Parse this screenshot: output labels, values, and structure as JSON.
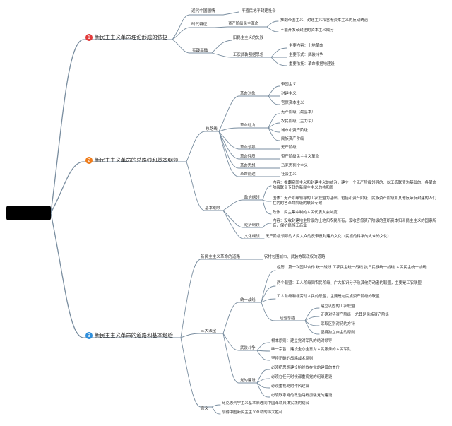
{
  "colors": {
    "line": "#7a8ea0",
    "badge_red": "#e23b3b",
    "badge_orange": "#ef7d1c",
    "badge_blue": "#2f8fdc",
    "root": "#000000"
  },
  "root": {
    "label": ""
  },
  "b1": {
    "num": "1",
    "title": "新民主主义革命理论形成的依据",
    "c1": {
      "label": "近代中国国情",
      "leaf": "半殖民地半封建社会"
    },
    "c2": {
      "label": "时代特征",
      "sub": "资产阶级民主革命",
      "leaf1": "推翻帝国主义、封建主义和官僚资本主义的反动统治",
      "leaf2": "不能开发帝封建的资本主义成分"
    },
    "c3": {
      "label": "实践基础",
      "sub1": "旧民主主义的失败",
      "sub2": "工农武装割据思想",
      "leaf1": "主要内容：土地革命",
      "leaf2": "主要形式：武装斗争",
      "leaf3": "重要依托：革命根据地建设"
    }
  },
  "b2": {
    "num": "2",
    "title": "新民主主义革命的总路线和基本纲领",
    "zlx": {
      "label": "总路线",
      "dx": {
        "label": "革命对象",
        "items": [
          "帝国主义",
          "封建主义",
          "官僚资本主义"
        ]
      },
      "dl": {
        "label": "革命动力",
        "items": [
          "无产阶级（最基本）",
          "农民阶级（主力军）",
          "城市小资产阶级",
          "民族资产阶级"
        ]
      },
      "ld": {
        "label": "革命领导",
        "value": "无产阶级"
      },
      "xz": {
        "label": "革命性质",
        "value": "资产阶级民主主义革命"
      },
      "sx": {
        "label": "革命思想",
        "value": "马克思列宁主义"
      },
      "qt": {
        "label": "革命前途",
        "value": "社会主义"
      }
    },
    "jbgl": {
      "label": "基本纲领",
      "zz": {
        "label": "政治纲领",
        "items": [
          "内容：推翻帝国主义和封建主义的统治，建立一个无产阶级领导的、以工农联盟为基础的、各革命阶级联合专政的新民主主义的共和国",
          "国体：无产阶级领导的工农联盟为基础，包括小资产阶级、民族资产阶级和其他反帝反封建的人们在内的各革命阶级的联合专政",
          "政体：民主集中制的人民代表大会制度"
        ]
      },
      "jj": {
        "label": "经济纲领",
        "value": "内容：没收封建地主阶级的土地归农民所有，没收官僚资产阶级的垄断资本归新民主主义的国家所有，保护民族工商业"
      },
      "wh": {
        "label": "文化纲领",
        "value": "无产阶级领导的人民大众的反帝反封建的文化（民族的科学的大众的文化）"
      }
    }
  },
  "b3": {
    "num": "3",
    "title": "新民主主义革命的道路和基本经验",
    "dl": {
      "label": "新民主主义革命的道路",
      "value": "农村包围城市、武装夺取政权的道路"
    },
    "sdfb": {
      "label": "三大法宝",
      "tyzx": {
        "label": "统一战线",
        "items": [
          "经历：第一次国共合作 统一战线 工农民主统一战线 抗日民族统一战线 人民民主统一战线",
          "两个联盟：工人阶级同农民阶级、广大知识分子及其他劳动者的联盟，主要是工农联盟",
          "工人阶级和非劳动人民的联盟，主要是与民族资产阶级的联盟"
        ],
        "jyzj": {
          "label": "经验总结",
          "items": [
            "建立巩固的工农联盟",
            "正确对待资产阶级，尤其是民族资产阶级",
            "采取区别对待的方针",
            "坚持独立自主的原则"
          ]
        }
      },
      "wzdz": {
        "label": "武装斗争",
        "items": [
          "根本原则：建立党对军队的绝对领导",
          "唯一宗旨：建设全心全意为人民服务的人民军队",
          "坚持正确的战略战术原则"
        ]
      },
      "djs": {
        "label": "党的建设",
        "items": [
          "必须把思想建设始终放在党的建设的首位",
          "必须在任何时候都重视党的组织建设",
          "必须重视党的作风建设",
          "必须联系党的政治路线加强党的建设"
        ]
      }
    },
    "yy": {
      "label": "意义",
      "items": [
        "马克思列宁主义基本原理同中国革命具体实践的结合",
        "取得中国新民主主义革命的伟大胜利"
      ]
    }
  }
}
